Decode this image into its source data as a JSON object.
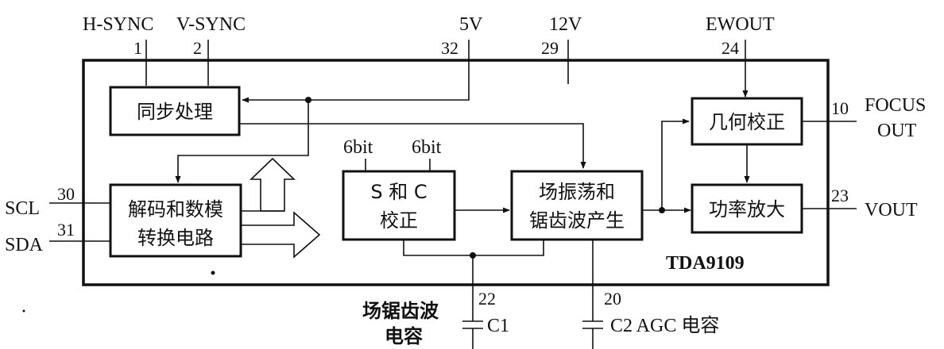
{
  "chip_name": "TDA9109",
  "blocks": {
    "sync": "同步处理",
    "dac_line1": "解码和数模",
    "dac_line2": "转换电路",
    "sc_line1": "S 和 C",
    "sc_line2": "校正",
    "osc_line1": "场振荡和",
    "osc_line2": "锯齿波产生",
    "geo": "几何校正",
    "amp": "功率放大"
  },
  "signals": {
    "hsync": "H-SYNC",
    "vsync": "V-SYNC",
    "v5": "5V",
    "v12": "12V",
    "ewout": "EWOUT",
    "scl": "SCL",
    "sda": "SDA",
    "focus1": "FOCUS",
    "focus2": "OUT",
    "vout": "VOUT",
    "bits1": "6bit",
    "bits2": "6bit"
  },
  "pins": {
    "p1": "1",
    "p2": "2",
    "p32": "32",
    "p29": "29",
    "p24": "24",
    "p30": "30",
    "p31": "31",
    "p10": "10",
    "p23": "23",
    "p22": "22",
    "p20": "20"
  },
  "caps": {
    "c1_label1": "场锯齿波",
    "c1_label2": "电容",
    "c1": "C1",
    "c2": "C2 AGC 电容"
  }
}
